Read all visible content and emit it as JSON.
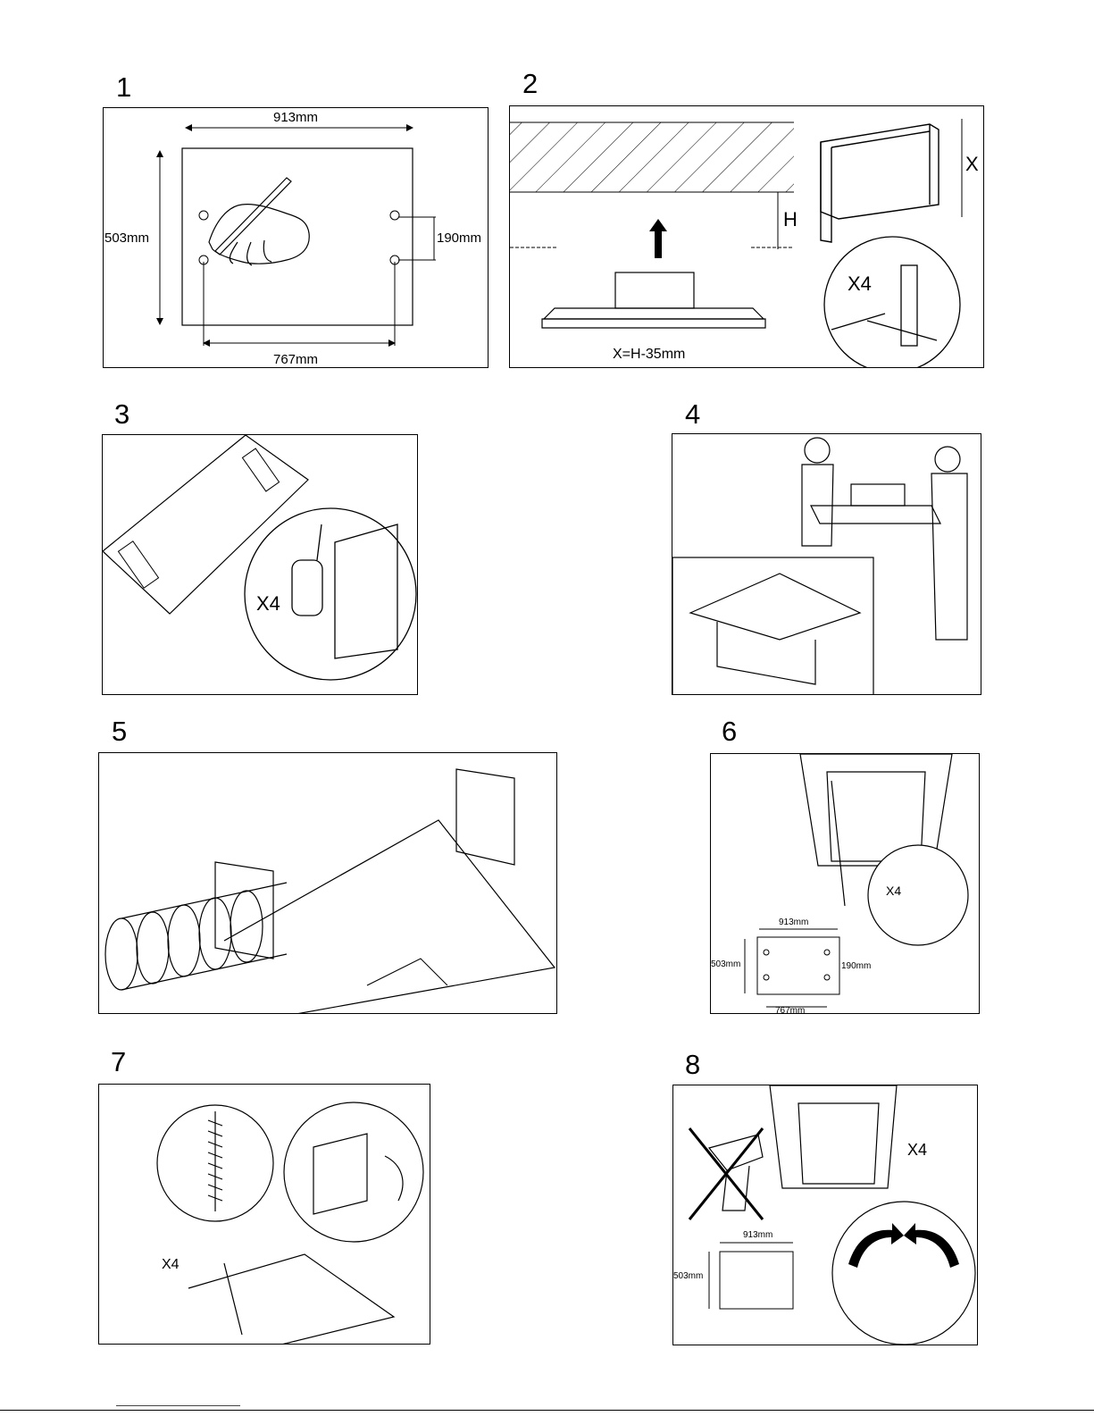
{
  "steps": [
    {
      "number": "1",
      "labels": {
        "width": "913mm",
        "height": "503mm",
        "hole_gap": "190mm",
        "hole_span": "767mm"
      }
    },
    {
      "number": "2",
      "labels": {
        "height_symbol": "H",
        "bracket_symbol": "X",
        "formula": "X=H-35mm",
        "count": "X4"
      }
    },
    {
      "number": "3",
      "labels": {
        "count": "X4"
      }
    },
    {
      "number": "4",
      "labels": {}
    },
    {
      "number": "5",
      "labels": {}
    },
    {
      "number": "6",
      "labels": {
        "count": "X4",
        "width": "913mm",
        "height": "503mm",
        "hole_gap": "190mm",
        "hole_span": "767mm"
      }
    },
    {
      "number": "7",
      "labels": {
        "count": "X4"
      }
    },
    {
      "number": "8",
      "labels": {
        "count": "X4",
        "width": "913mm",
        "height": "503mm"
      }
    }
  ]
}
